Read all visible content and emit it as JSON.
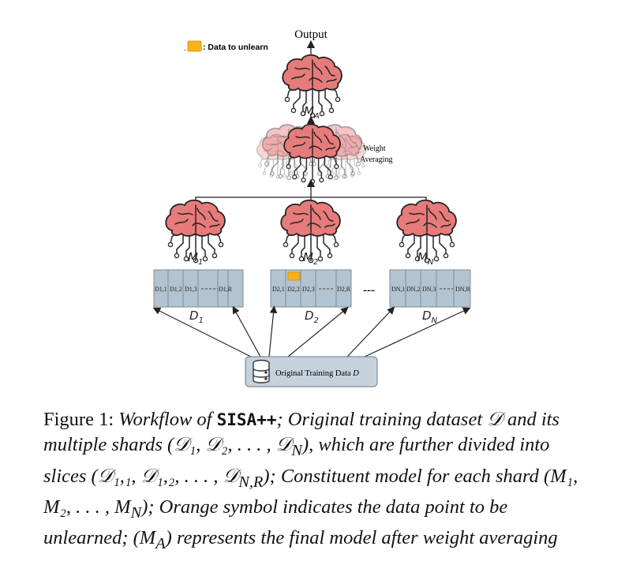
{
  "diagram": {
    "output_label": "Output",
    "legend_label": ": Data to unlearn",
    "legend_color": "#f7b219",
    "final_model_label": "M",
    "final_model_sub": "A",
    "weight_avg_line1": "Weight",
    "weight_avg_line2": "Averaging",
    "models": [
      {
        "label": "M",
        "sub": "1"
      },
      {
        "label": "M",
        "sub": "2"
      },
      {
        "label": "M",
        "sub": "N"
      }
    ],
    "shards": [
      {
        "label": "D",
        "sub": "1",
        "cells": [
          "D1,1",
          "D1,2",
          "D1,3",
          "D1,R"
        ]
      },
      {
        "label": "D",
        "sub": "2",
        "cells": [
          "D2,1",
          "D2,2",
          "D2,3",
          "D2,R"
        ]
      },
      {
        "label": "D",
        "sub": "N",
        "cells": [
          "DN,1",
          "DN,2",
          "DN,3",
          "DN,R"
        ]
      }
    ],
    "ellipsis": "---",
    "training_data_label": "Original Training Data",
    "training_data_symbol": "D",
    "colors": {
      "brain": "#e77b7b",
      "brain_outline": "#222222",
      "shard_fill": "#b3c3cf",
      "shard_stroke": "#7d8e9a",
      "db_box_fill": "#c5d2dc",
      "orange": "#f7b219"
    }
  },
  "caption": {
    "prefix": "Figure 1: ",
    "text1": "Workflow of ",
    "sisa": "SISA++",
    "text2": "; Original training dataset 𝒟 and its multiple shards (𝒟₁, 𝒟₂, . . . , 𝒟",
    "text3": "), which are further divided into slices (𝒟₁,₁, 𝒟₁,₂, . . . , 𝒟",
    "text4": "); Constituent model for each shard (M₁, M₂, . . . , M",
    "text5": "); Orange symbol indicates the data point to be unlearned; (M",
    "text6": ") represents the final model after weight averaging",
    "sub_N": "N",
    "sub_NR": "N,R",
    "sub_A": "A"
  }
}
